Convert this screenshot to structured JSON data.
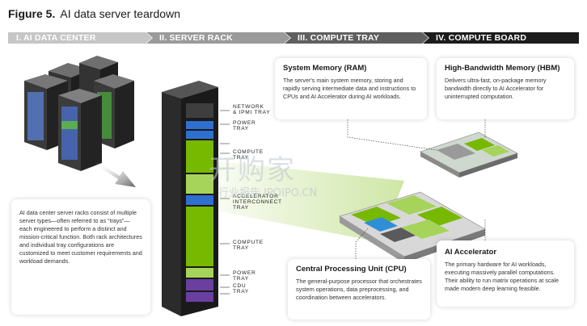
{
  "figure": {
    "label": "Figure 5.",
    "title": "AI data server teardown"
  },
  "stages": [
    "I. AI DATA CENTER",
    "II. SERVER RACK",
    "III. COMPUTE TRAY",
    "IV. COMPUTE BOARD"
  ],
  "rack_description": "AI data center server racks consist of multiple server types—often referred to as “trays”—each engineered to perform a distinct and mission-critical function. Both rack architectures and individual tray configurations are customized to meet customer requirements and workload demands.",
  "tray_labels": {
    "network": "NETWORK\n& IPMI TRAY",
    "power_top": "POWER\nTRAY",
    "compute_top": "COMPUTE\nTRAY",
    "accelerator": "ACCELERATOR\nINTERCONNECT\nTRAY",
    "compute_bottom": "COMPUTE\nTRAY",
    "power_bottom": "POWER\nTRAY",
    "cdu": "CDU\nTRAY"
  },
  "cards": {
    "ram": {
      "title": "System Memory (RAM)",
      "body": "The server's main system memory, storing and rapidly serving intermediate data and instructions to CPUs and AI Accelerator during AI workloads."
    },
    "hbm": {
      "title": "High-Bandwidth Memory (HBM)",
      "body": "Delivers ultra-fast, on-package memory bandwidth directly to AI Accelerator for uninterrupted computation."
    },
    "ai": {
      "title": "AI Accelerator",
      "body": "The primary hardware for AI workloads, executing massively parallel computations. Their ability to run matrix operations at scale made modern deep learning feasible."
    },
    "cpu": {
      "title": "Central Processing Unit (CPU)",
      "body": "The general-purpose processor that orchestrates system operations, data preprocessing, and coordination between accelerators."
    }
  },
  "watermark": {
    "main": "开购家",
    "sub": "行业报告 IPOIPO.CN"
  },
  "colors": {
    "green": "#76b900",
    "light_green": "#a6d35a",
    "blue": "#2f6fd0",
    "purple": "#6b3fa0",
    "rack_dark": "#2b2b2b"
  }
}
